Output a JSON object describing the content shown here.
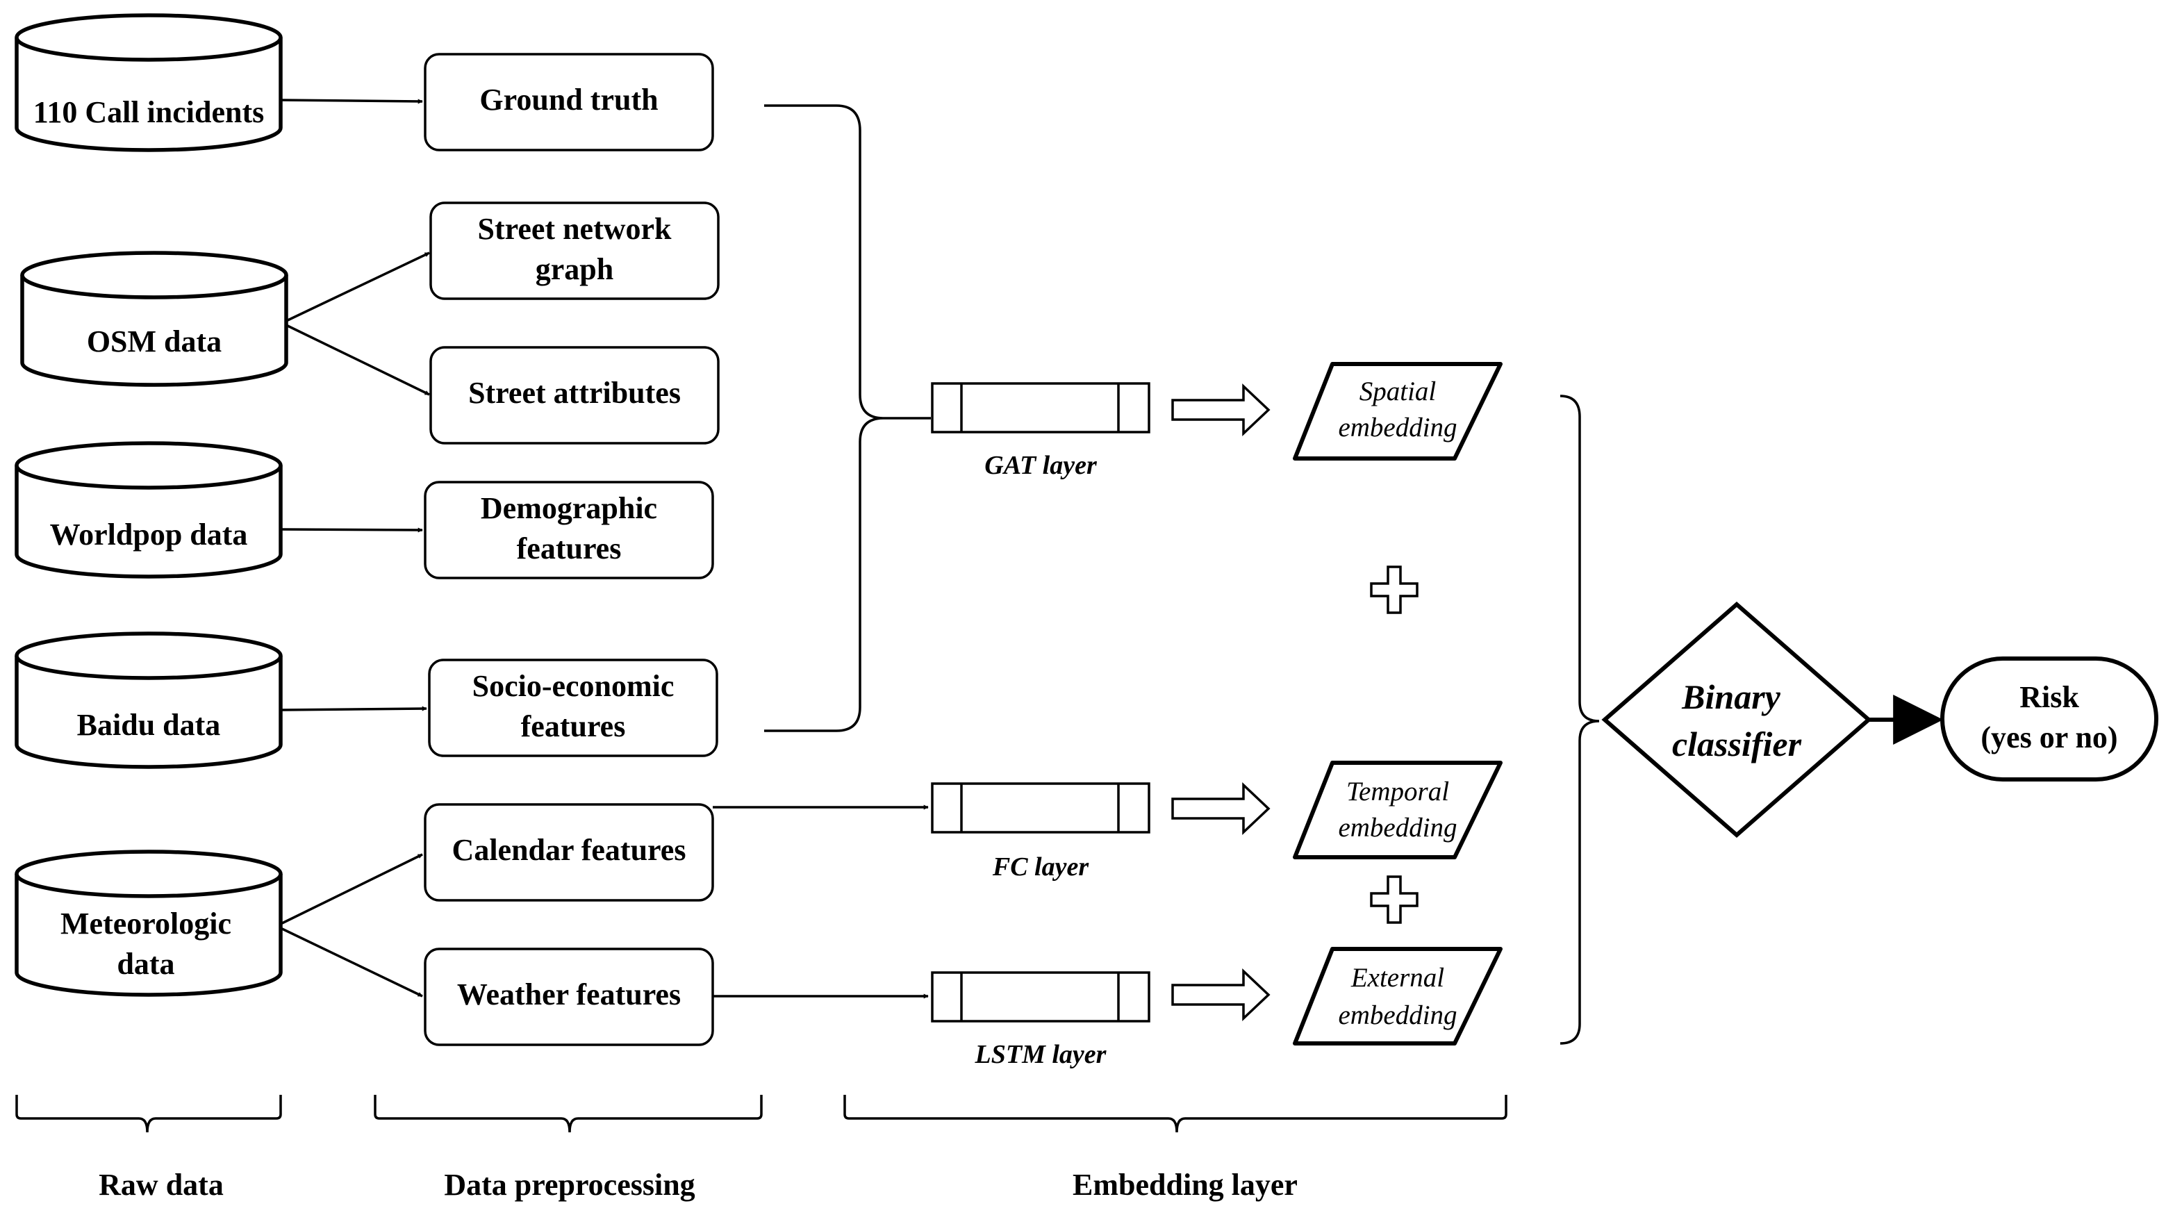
{
  "raw_data": {
    "call_incidents": "110 Call incidents",
    "osm": "OSM data",
    "worldpop": "Worldpop data",
    "baidu": "Baidu data",
    "meteorologic": [
      "Meteorologic",
      "data"
    ]
  },
  "preprocessing": {
    "ground_truth": "Ground truth",
    "street_network_graph": [
      "Street network",
      "graph"
    ],
    "street_attributes": "Street attributes",
    "demographic_features": [
      "Demographic",
      "features"
    ],
    "socio_economic_features": [
      "Socio-economic",
      "features"
    ],
    "calendar_features": "Calendar features",
    "weather_features": "Weather features"
  },
  "layers": {
    "gat": "GAT layer",
    "fc": "FC layer",
    "lstm": "LSTM layer"
  },
  "embeddings": {
    "spatial": [
      "Spatial",
      "embedding"
    ],
    "temporal": [
      "Temporal",
      "embedding"
    ],
    "external": [
      "External",
      "embedding"
    ]
  },
  "classifier": [
    "Binary",
    "classifier"
  ],
  "output": [
    "Risk",
    "(yes or no)"
  ],
  "sections": {
    "raw_data": "Raw data",
    "data_preprocessing": "Data preprocessing",
    "embedding_layer": "Embedding layer"
  }
}
